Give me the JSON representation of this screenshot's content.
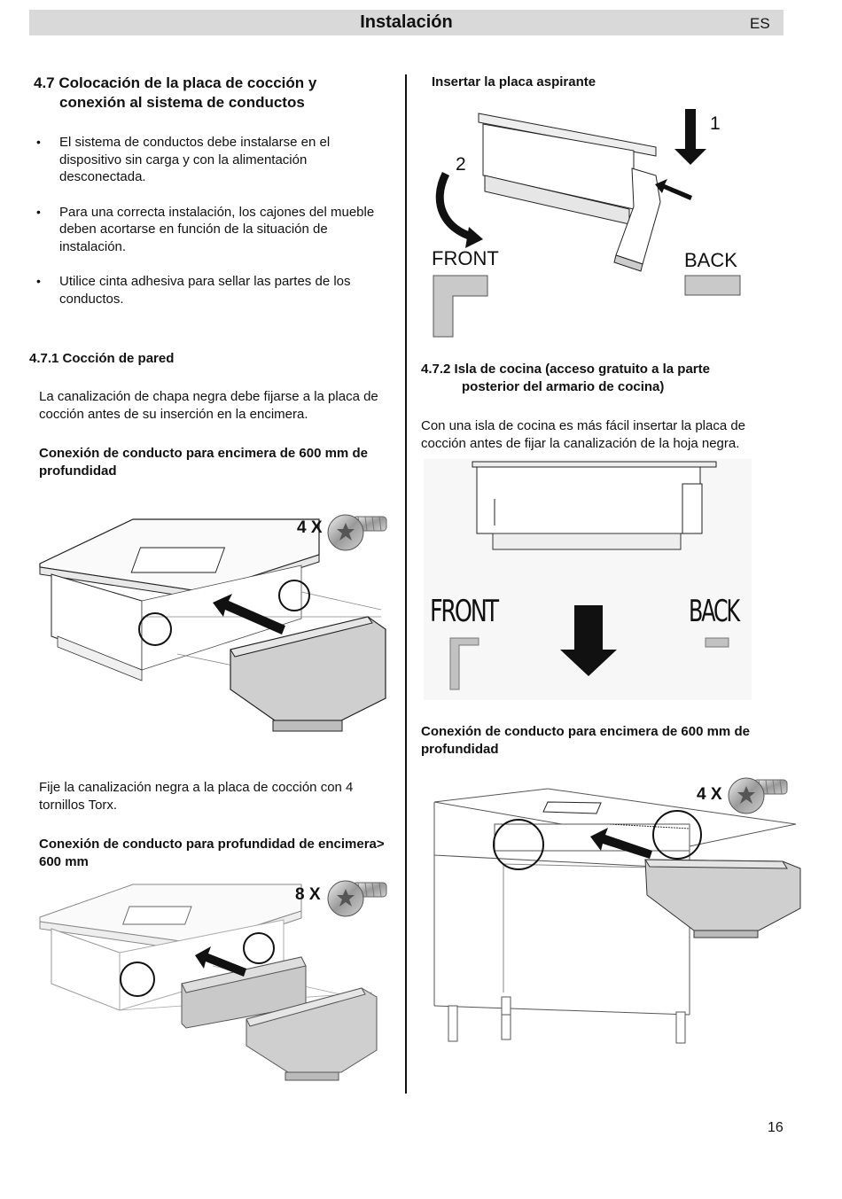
{
  "header": {
    "title": "Instalación",
    "lang": "ES"
  },
  "left": {
    "section_title_line1": "4.7 Colocación de la placa de cocción y",
    "section_title_line2": "conexión al sistema de conductos",
    "bullets": [
      "El sistema de conductos debe instalarse en el dispositivo sin carga y con la alimentación desconectada.",
      "Para una correcta instalación, los cajones del mueble deben acortarse en función de la situación de instalación.",
      "Utilice cinta adhesiva para sellar las partes de los conductos."
    ],
    "sub1_title": "4.7.1 Cocción de pared",
    "sub1_text": "La canalización de chapa negra debe fijarse a la placa de cocción antes de su inserción en la encimera.",
    "conn600_title": "Conexión de conducto para encimera de 600 mm de profundidad",
    "fig1_screws": "4 X",
    "fix_text": "Fije la canalización negra a la placa de cocción con 4 tornillos Torx.",
    "conn_gt600_title": "Conexión de conducto para profundidad de encimera> 600 mm",
    "fig2_screws": "8 X"
  },
  "right": {
    "insert_title": "Insertar la placa aspirante",
    "fig_insert": {
      "num1": "1",
      "num2": "2",
      "front": "FRONT",
      "back": "BACK"
    },
    "sub2_title_line1": "4.7.2 Isla de cocina (acceso gratuito a la parte",
    "sub2_title_line2": "posterior del armario de cocina)",
    "sub2_text": "Con una isla de cocina es más fácil insertar la placa de cocción antes de fijar la canalización de la hoja negra.",
    "fig_island": {
      "front": "FRONT",
      "back": "BACK"
    },
    "conn600_title": "Conexión de conducto para encimera de 600 mm de profundidad",
    "fig4_screws": "4 X"
  },
  "footer": {
    "page_number": "16"
  }
}
